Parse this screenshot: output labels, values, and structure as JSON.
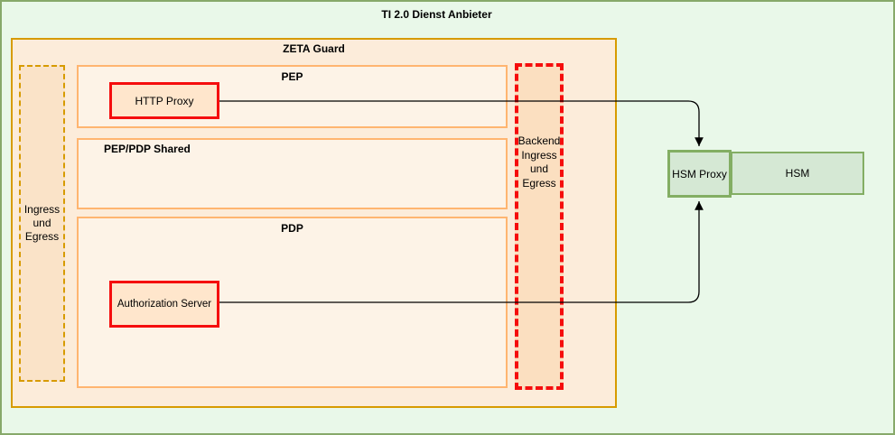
{
  "diagram": {
    "title": "TI 2.0 Dienst Anbieter",
    "nodes": {
      "zeta_guard": {
        "label": "ZETA Guard"
      },
      "ingress_egress": {
        "lines": [
          "Ingress",
          "und",
          "Egress"
        ]
      },
      "pep": {
        "label": "PEP"
      },
      "http_proxy": {
        "label": "HTTP Proxy"
      },
      "pep_pdp_shared": {
        "label": "PEP/PDP Shared"
      },
      "pdp": {
        "label": "PDP"
      },
      "authorization_server": {
        "label": "Authorization Server"
      },
      "backend_ingress_egress": {
        "lines": [
          "Backend",
          "Ingress",
          "und",
          "Egress"
        ]
      },
      "hsm_proxy": {
        "label": "HSM Proxy"
      },
      "hsm": {
        "label": "HSM"
      }
    },
    "edges": [
      {
        "from": "http_proxy",
        "to": "hsm_proxy",
        "arrow": "to"
      },
      {
        "from": "authorization_server",
        "to": "hsm_proxy",
        "arrow": "to"
      }
    ],
    "colors": {
      "canvas_bg": "#e9f8e9",
      "canvas_border": "#87a96a",
      "zeta_fill": "#fcecda",
      "zeta_stroke": "#d79b00",
      "ingress_zone_fill": "#fae3c8",
      "inner_box_fill": "#fdf3e7",
      "inner_box_stroke": "#ffb570",
      "component_fill": "#ffe6cc",
      "highlight_stroke": "#f50d0d",
      "backend_zone_fill": "#fbdfc0",
      "hsm_fill": "#d5e8d4",
      "hsm_stroke": "#83ae63",
      "connector": "#000000"
    }
  }
}
